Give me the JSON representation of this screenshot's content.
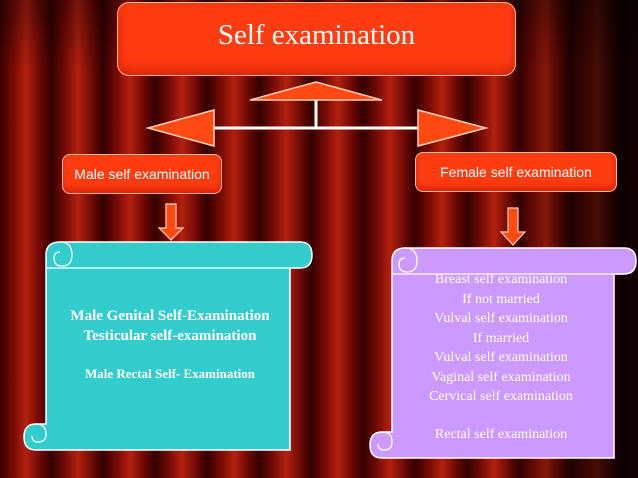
{
  "title": "Self examination",
  "male": {
    "label": "Male self examination",
    "items": [
      "Male Genital Self-Examination",
      "Testicular self-examination",
      "Male Rectal Self- Examination"
    ]
  },
  "female": {
    "label": "Female self examination",
    "items": [
      "Breast self examination",
      "If not married",
      "Vulval self examination",
      "If married",
      "Vulval self examination",
      "Vaginal self examination",
      "Cervical self examination",
      "Rectal self examination"
    ]
  },
  "colors": {
    "box_fill": "#ff3b10",
    "arrow_fill": "#ff4a12",
    "male_scroll": "#33cccc",
    "female_scroll": "#cc99ff"
  }
}
